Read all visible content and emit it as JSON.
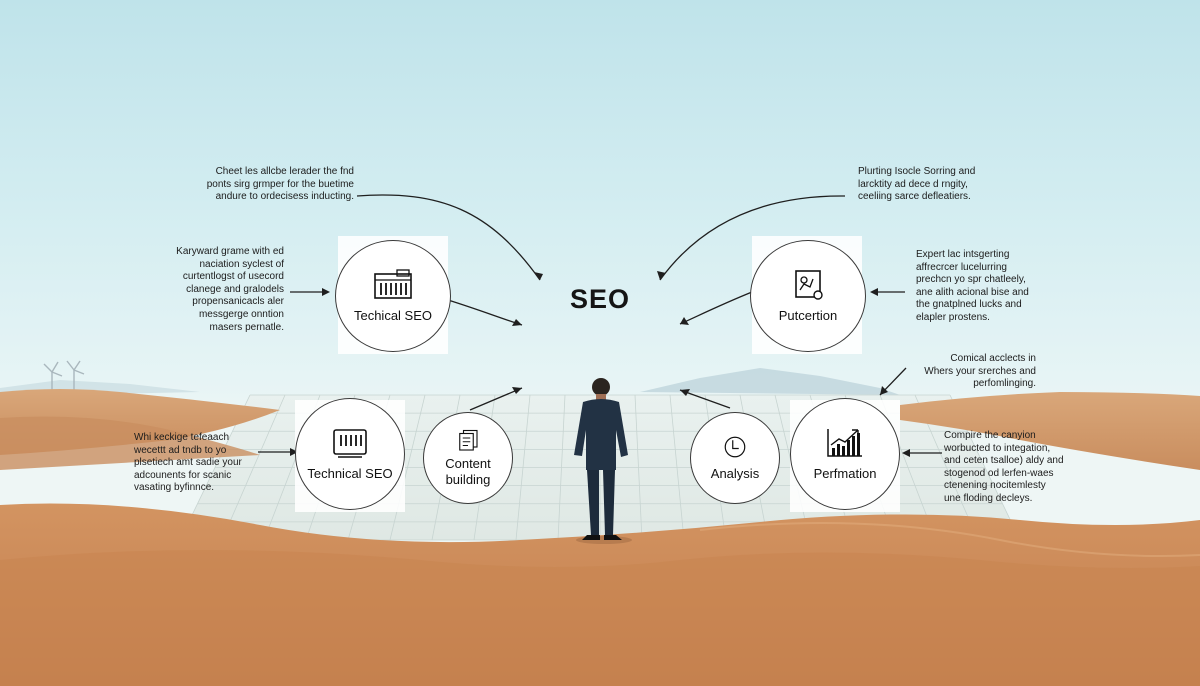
{
  "center": {
    "title": "SEO"
  },
  "nodes": [
    {
      "id": "technical-seo-top",
      "label": "Techical SEO",
      "icon": "server-icon"
    },
    {
      "id": "putcertion",
      "label": "Putcertion",
      "icon": "profile-document-icon"
    },
    {
      "id": "technical-seo-bottom",
      "label": "Technical SEO",
      "icon": "server-icon"
    },
    {
      "id": "content-building",
      "label": "Content\nbuilding",
      "icon": "documents-icon"
    },
    {
      "id": "analysis",
      "label": "Analysis",
      "icon": "clock-icon"
    },
    {
      "id": "performation",
      "label": "Perfmation",
      "icon": "growth-chart-icon"
    }
  ],
  "notes": {
    "top_left": [
      "Cheet les allcbe lerader the fnd",
      "ponts sirg grmper for the buetime",
      "andure to ordecisess inducting."
    ],
    "top_right": [
      "Plurting Isocle Sorring and",
      "larcktity ad dece d rngity,",
      "ceeliing sarce defleatiers."
    ],
    "mid_left": [
      "Karyward grame with ed",
      "naciation syclest of",
      "curtentlogst of usecord",
      "clanege and gralodels",
      "propensanicacls aler",
      "messgerge onntion",
      "masers pernatle."
    ],
    "mid_right": [
      "Expert lac intsgerting",
      "affrecrcer lucelurring",
      "prechcn yo spr chatleely,",
      "ane alith acional bise and",
      "the gnatplned lucks and",
      "elapler prostens."
    ],
    "low_right": [
      "Comical acclects in",
      "Whers your srerches and",
      "perfomlinging."
    ],
    "bottom_left": [
      "Whi keckige tefeaach",
      "wecettt ad tndb to yo",
      "plsetiech amt sadie your",
      "adcounents for scanic",
      "vasating byfinnce."
    ],
    "bottom_right": [
      "Compire the canyion",
      "worbucted to integation,",
      "and ceten tsalloe) aldy and",
      "stogenod od lerfen-waes",
      "ctenening nocitemlesty",
      "une floding decleys."
    ]
  },
  "colors": {
    "sky_top": "#bfe3ea",
    "sand": "#cf8c57",
    "ink": "#151515"
  }
}
